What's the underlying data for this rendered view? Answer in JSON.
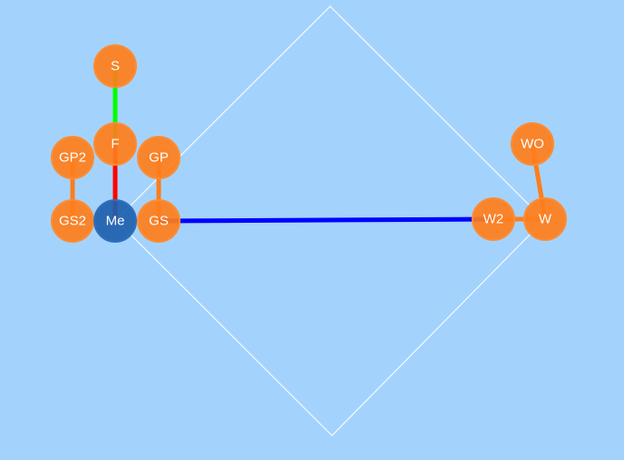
{
  "colors": {
    "background": "#a3d3fd",
    "node_default": "#ff7d1a",
    "node_self": "#1e5fad",
    "diamond": "#ffffff",
    "edge_default": "#ff7d1a",
    "edge_spouse": "#0000ff",
    "edge_parent": "#ff0000",
    "edge_grandparent": "#00ff00"
  },
  "diagram": {
    "nodes": [
      {
        "id": "S",
        "label": "S",
        "kind": "default"
      },
      {
        "id": "F",
        "label": "F",
        "kind": "default"
      },
      {
        "id": "GP2",
        "label": "GP2",
        "kind": "default"
      },
      {
        "id": "GP",
        "label": "GP",
        "kind": "default"
      },
      {
        "id": "GS2",
        "label": "GS2",
        "kind": "default"
      },
      {
        "id": "Me",
        "label": "Me",
        "kind": "self"
      },
      {
        "id": "GS",
        "label": "GS",
        "kind": "default"
      },
      {
        "id": "WO",
        "label": "WO",
        "kind": "default"
      },
      {
        "id": "W2",
        "label": "W2",
        "kind": "default"
      },
      {
        "id": "W",
        "label": "W",
        "kind": "default"
      }
    ],
    "edges": [
      {
        "from": "S",
        "to": "F",
        "color_key": "edge_grandparent"
      },
      {
        "from": "F",
        "to": "Me",
        "color_key": "edge_parent"
      },
      {
        "from": "GP2",
        "to": "GS2",
        "color_key": "edge_default"
      },
      {
        "from": "GP",
        "to": "GS",
        "color_key": "edge_default"
      },
      {
        "from": "GS",
        "to": "W2",
        "color_key": "edge_spouse"
      },
      {
        "from": "W2",
        "to": "W",
        "color_key": "edge_default"
      },
      {
        "from": "WO",
        "to": "W",
        "color_key": "edge_default"
      }
    ]
  }
}
